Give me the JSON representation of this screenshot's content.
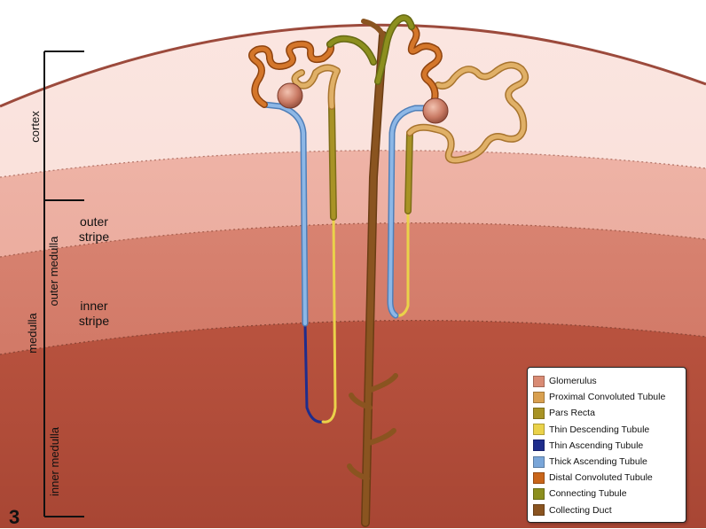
{
  "figure_number": "3",
  "zones": {
    "cortex": "cortex",
    "outer_medulla": "outer medulla",
    "medulla": "medulla",
    "inner_medulla": "inner medulla",
    "outer_stripe": [
      "outer",
      "stripe"
    ],
    "inner_stripe": [
      "inner",
      "stripe"
    ]
  },
  "legend": [
    {
      "label": "Glomerulus",
      "color": "#d98b74"
    },
    {
      "label": "Proximal Convoluted Tubule",
      "color": "#d9a050"
    },
    {
      "label": "Pars Recta",
      "color": "#a89325"
    },
    {
      "label": "Thin Descending Tubule",
      "color": "#ead24a"
    },
    {
      "label": "Thin Ascending Tubule",
      "color": "#1f2d8c"
    },
    {
      "label": "Thick Ascending Tubule",
      "color": "#7aa6d9"
    },
    {
      "label": "Distal Convoluted Tubule",
      "color": "#c9651a"
    },
    {
      "label": "Connecting Tubule",
      "color": "#8c8f1e"
    },
    {
      "label": "Collecting Duct",
      "color": "#8a5420"
    }
  ]
}
